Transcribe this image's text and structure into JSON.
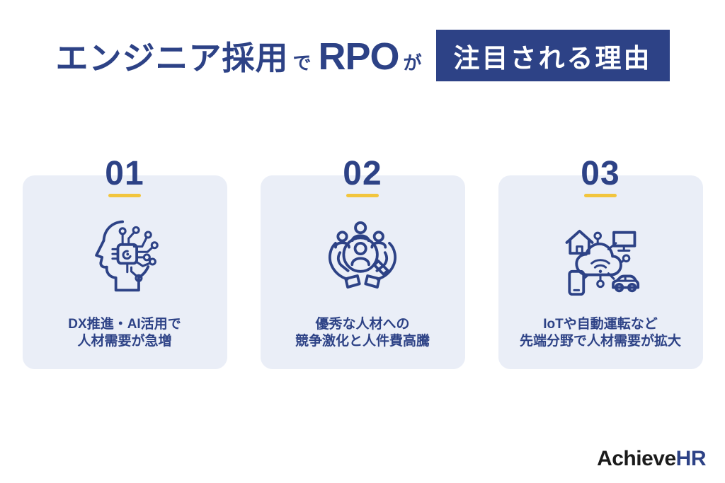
{
  "title": {
    "segment_large_1": "エンジニア採用",
    "particle_1": "で",
    "segment_large_2": "RPO",
    "particle_2": "が",
    "badge_label": "注目される理由"
  },
  "cards": [
    {
      "number": "01",
      "icon": "ai-head-icon",
      "caption_line1": "DX推進・AI活用で",
      "caption_line2": "人材需要が急増"
    },
    {
      "number": "02",
      "icon": "talent-hands-icon",
      "caption_line1": "優秀な人材への",
      "caption_line2": "競争激化と人件費高騰"
    },
    {
      "number": "03",
      "icon": "iot-network-icon",
      "caption_line1": "IoTや自動運転など",
      "caption_line2": "先端分野で人材需要が拡大"
    }
  ],
  "logo": {
    "text_primary": "Achieve",
    "text_secondary": "HR"
  },
  "colors": {
    "navy": "#2d4286",
    "accent_yellow": "#f2c53d",
    "card_background": "#eaeef7",
    "badge_background": "#2d4286",
    "badge_text": "#ffffff",
    "logo_primary": "#1b1b1b",
    "page_background": "#ffffff"
  }
}
